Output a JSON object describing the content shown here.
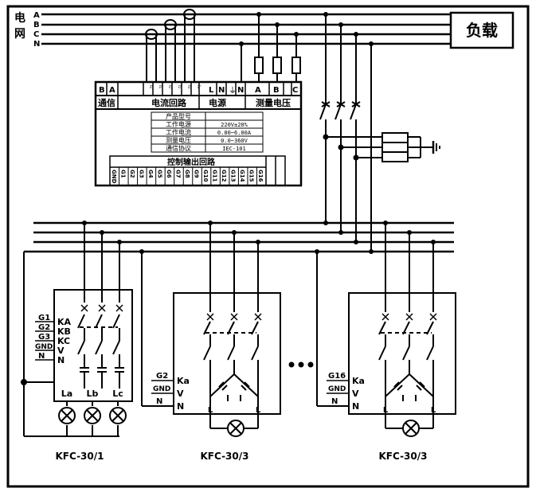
{
  "grid_label": [
    "电",
    "网"
  ],
  "phase_labels": [
    "A",
    "B",
    "C",
    "N"
  ],
  "load_label": "负载",
  "controller": {
    "top_terminals": [
      "B",
      "A",
      "",
      "",
      "",
      "",
      "",
      "",
      "L",
      "N",
      "",
      "N",
      "A",
      "B",
      "C"
    ],
    "ct_terminal_labels": [
      "I₁'",
      "I₁",
      "I₂'",
      "I₂",
      "I₃'",
      "I₃"
    ],
    "ground_terminal": "⏚",
    "groups": [
      "通信",
      "电流回路",
      "电源",
      "测量电压"
    ],
    "spec_rows": [
      [
        "产品型号",
        ""
      ],
      [
        "工作电源",
        "220V±20%"
      ],
      [
        "工作电流",
        "0.00~6.00A"
      ],
      [
        "测量电压",
        "0.0~360V"
      ],
      [
        "通信协议",
        "IEC-101"
      ]
    ],
    "output_title": "控制输出回路",
    "output_terminals": [
      "GND",
      "G1",
      "G2",
      "G3",
      "G4",
      "G5",
      "G6",
      "G7",
      "G8",
      "G9",
      "G10",
      "G11",
      "G12",
      "G13",
      "G14",
      "G15",
      "G16"
    ]
  },
  "unit1": {
    "inputs": [
      "G1",
      "G2",
      "G3",
      "GND",
      "N"
    ],
    "pins": [
      "KA",
      "KB",
      "KC",
      "V",
      "N"
    ],
    "outputs": [
      "La",
      "Lb",
      "Lc"
    ],
    "model": "KFC-30/1"
  },
  "unit2": {
    "inputs": [
      "G2",
      "GND",
      "N"
    ],
    "pins": [
      "Ka",
      "V",
      "N"
    ],
    "outputs": [
      "L",
      "L"
    ],
    "model": "KFC-30/3"
  },
  "unit3": {
    "inputs": [
      "G16",
      "GND",
      "N"
    ],
    "pins": [
      "Ka",
      "V",
      "N"
    ],
    "outputs": [
      "L",
      "L"
    ],
    "model": "KFC-30/3"
  },
  "colors": {
    "line": "#000000",
    "background": "#ffffff"
  }
}
